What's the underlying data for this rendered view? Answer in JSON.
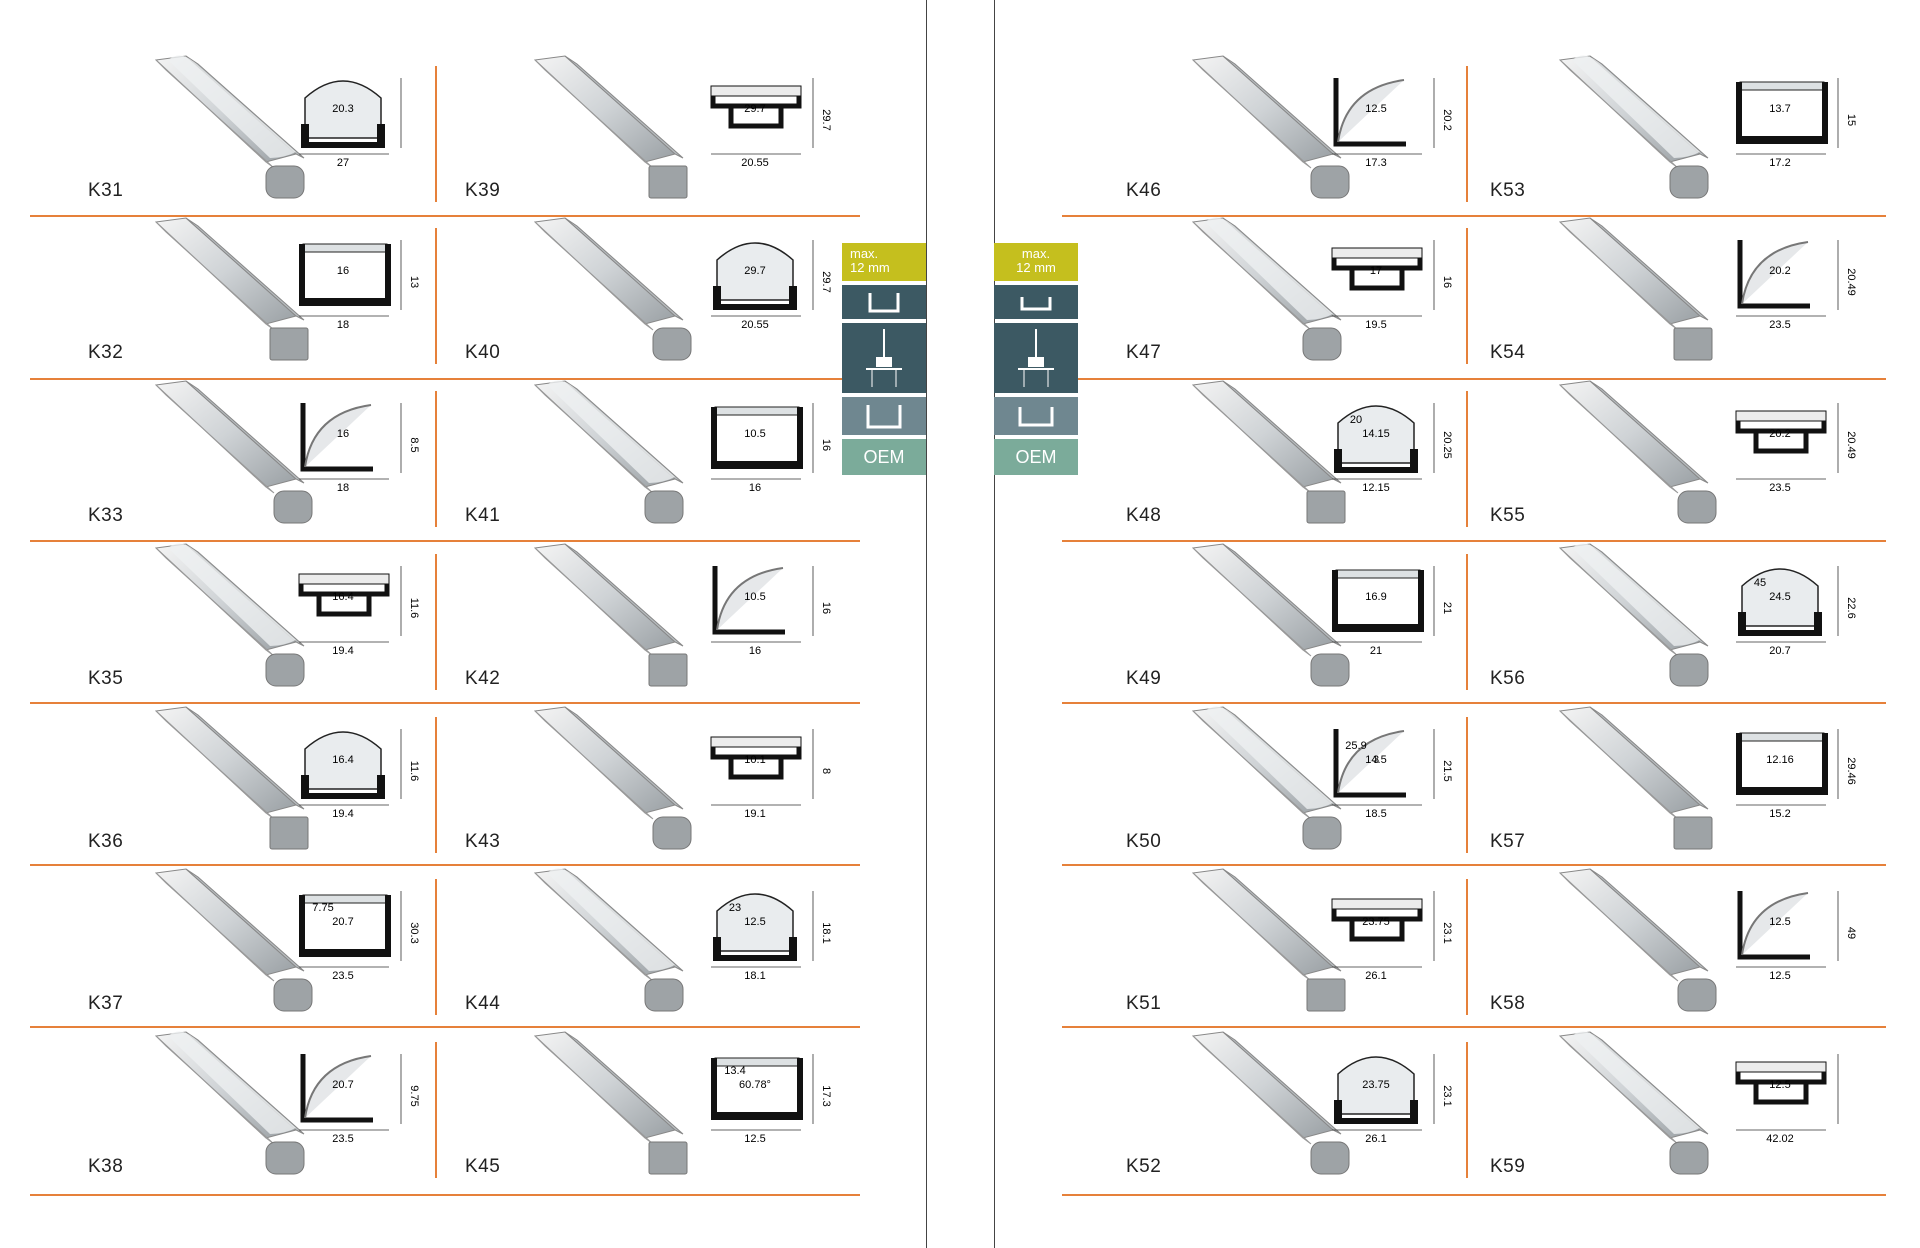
{
  "left_page": {
    "col1": [
      {
        "model": "K31",
        "dims": [
          "20.3",
          "27"
        ]
      },
      {
        "model": "K32",
        "dims": [
          "16",
          "18",
          "13"
        ]
      },
      {
        "model": "K33",
        "dims": [
          "16",
          "18",
          "8.5"
        ]
      },
      {
        "model": "K35",
        "dims": [
          "16.4",
          "19.4",
          "11.6"
        ]
      },
      {
        "model": "K36",
        "dims": [
          "16.4",
          "19.4",
          "11.6"
        ]
      },
      {
        "model": "K37",
        "dims": [
          "20.7",
          "23.5",
          "30.3",
          "7.75"
        ]
      },
      {
        "model": "K38",
        "dims": [
          "20.7",
          "23.5",
          "9.75"
        ]
      }
    ],
    "col2": [
      {
        "model": "K39",
        "dims": [
          "29.7",
          "20.55",
          "29.7"
        ]
      },
      {
        "model": "K40",
        "dims": [
          "29.7",
          "20.55",
          "29.7"
        ]
      },
      {
        "model": "K41",
        "dims": [
          "10.5",
          "16",
          "16"
        ]
      },
      {
        "model": "K42",
        "dims": [
          "10.5",
          "16",
          "16"
        ]
      },
      {
        "model": "K43",
        "dims": [
          "10.1",
          "19.1",
          "8"
        ]
      },
      {
        "model": "K44",
        "dims": [
          "12.5",
          "18.1",
          "18.1",
          "23"
        ]
      },
      {
        "model": "K45",
        "dims": [
          "60.78°",
          "12.5",
          "17.3",
          "13.4"
        ]
      }
    ]
  },
  "right_page": {
    "col1": [
      {
        "model": "K46",
        "dims": [
          "12.5",
          "17.3",
          "20.2"
        ]
      },
      {
        "model": "K47",
        "dims": [
          "17",
          "19.5",
          "16"
        ]
      },
      {
        "model": "K48",
        "dims": [
          "14.15",
          "12.15",
          "20.25",
          "20"
        ]
      },
      {
        "model": "K49",
        "dims": [
          "16.9",
          "21",
          "21"
        ]
      },
      {
        "model": "K50",
        "dims": [
          "14.5",
          "18.5",
          "21.5",
          "25.9",
          "3"
        ]
      },
      {
        "model": "K51",
        "dims": [
          "23.75",
          "26.1",
          "23.1"
        ]
      },
      {
        "model": "K52",
        "dims": [
          "23.75",
          "26.1",
          "23.1"
        ]
      }
    ],
    "col2": [
      {
        "model": "K53",
        "dims": [
          "13.7",
          "17.2",
          "15"
        ]
      },
      {
        "model": "K54",
        "dims": [
          "20.2",
          "23.5",
          "20.49"
        ]
      },
      {
        "model": "K55",
        "dims": [
          "20.2",
          "23.5",
          "20.49"
        ]
      },
      {
        "model": "K56",
        "dims": [
          "24.5",
          "20.7",
          "22.6",
          "45"
        ]
      },
      {
        "model": "K57",
        "dims": [
          "12.16",
          "15.2",
          "29.46"
        ]
      },
      {
        "model": "K58",
        "dims": [
          "12.5",
          "12.5",
          "49"
        ]
      },
      {
        "model": "K59",
        "dims": [
          "12.5",
          "42.02"
        ]
      }
    ]
  },
  "side_tab_left": {
    "max_label": "max.",
    "max_value": "12 mm",
    "oem_label": "OEM"
  },
  "side_tab_right": {
    "max_label": "max.",
    "max_value": "12 mm",
    "oem_label": "OEM"
  },
  "colors": {
    "divider": "#e6813a",
    "tab_yellow": "#c5bf1e",
    "tab_dark": "#3c5963",
    "tab_mid": "#6f8790",
    "tab_oem": "#7bab9a"
  }
}
